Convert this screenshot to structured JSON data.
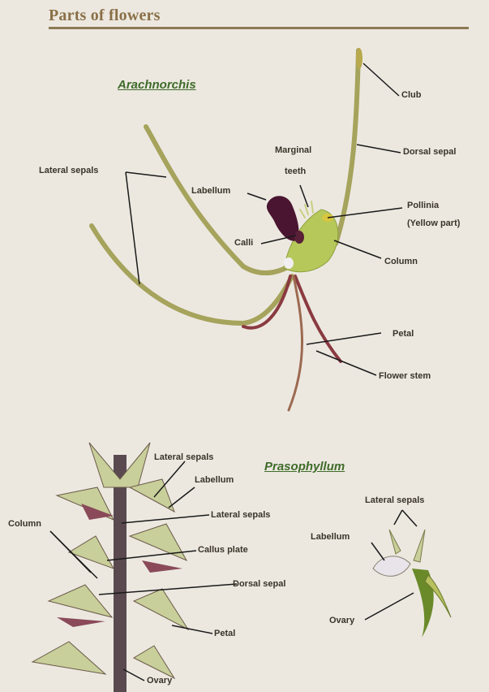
{
  "page": {
    "title": "Parts of flowers"
  },
  "arachnorchis": {
    "name": "Arachnorchis",
    "labels": {
      "club": "Club",
      "marginal": "Marginal",
      "teeth": "teeth",
      "dorsal_sepal": "Dorsal sepal",
      "lateral_sepals": "Lateral sepals",
      "labellum": "Labellum",
      "pollinia": "Pollinia",
      "yellow_part": "(Yellow part)",
      "calli": "Calli",
      "column": "Column",
      "petal": "Petal",
      "flower_stem": "Flower stem"
    }
  },
  "prasophyllum": {
    "name": "Prasophyllum",
    "left_labels": {
      "lateral_sepals_top": "Lateral sepals",
      "labellum": "Labellum",
      "lateral_sepals_mid": "Lateral sepals",
      "column": "Column",
      "callus_plate": "Callus plate",
      "dorsal_sepal": "Dorsal sepal",
      "petal": "Petal",
      "ovary": "Ovary"
    },
    "right_labels": {
      "lateral_sepals": "Lateral sepals",
      "labellum": "Labellum",
      "ovary": "Ovary"
    }
  },
  "colors": {
    "background": "#ece8e0",
    "title": "#8a7048",
    "genus": "#3f6b2a",
    "label": "#3a3328",
    "sepal": "#9c9a5a",
    "labellum": "#4a1530",
    "petal_stem": "#8a3a40",
    "column": "#b6c85a"
  }
}
